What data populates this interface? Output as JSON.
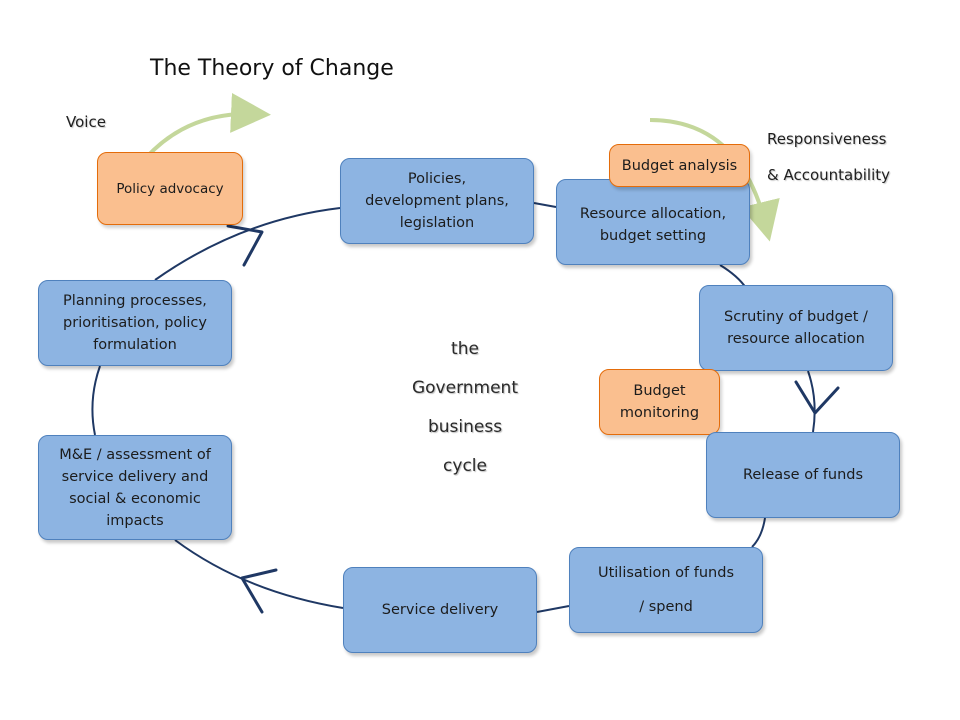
{
  "title": "The Theory of Change",
  "side_labels": {
    "voice": "Voice",
    "responsiveness_line1": "Responsiveness",
    "responsiveness_line2": "& Accountability"
  },
  "center_label": [
    "the",
    "Government",
    "business",
    "cycle"
  ],
  "cycle_nodes": {
    "policies": [
      "Policies,",
      "development plans,",
      "legislation"
    ],
    "resource_allocation": [
      "Resource allocation,",
      "budget setting"
    ],
    "scrutiny": [
      "Scrutiny of budget /",
      "resource allocation"
    ],
    "release_of_funds": [
      "Release of funds"
    ],
    "utilisation": [
      "Utilisation of funds",
      "/ spend"
    ],
    "service_delivery": [
      "Service delivery"
    ],
    "me_assessment": [
      "M&E / assessment of",
      "service delivery and",
      "social & economic",
      "impacts"
    ],
    "planning": [
      "Planning processes,",
      "prioritisation, policy",
      "formulation"
    ]
  },
  "accountability_nodes": {
    "policy_advocacy": "Policy advocacy",
    "budget_analysis": "Budget analysis",
    "budget_monitoring": [
      "Budget",
      "monitoring"
    ]
  },
  "colors": {
    "cycle_box_fill": "#8db4e2",
    "cycle_box_border": "#4f81bd",
    "advocacy_box_fill": "#fabf8f",
    "advocacy_box_border": "#e46c0a",
    "cycle_line": "#1f3864",
    "arc_arrow": "#c4d79b"
  }
}
